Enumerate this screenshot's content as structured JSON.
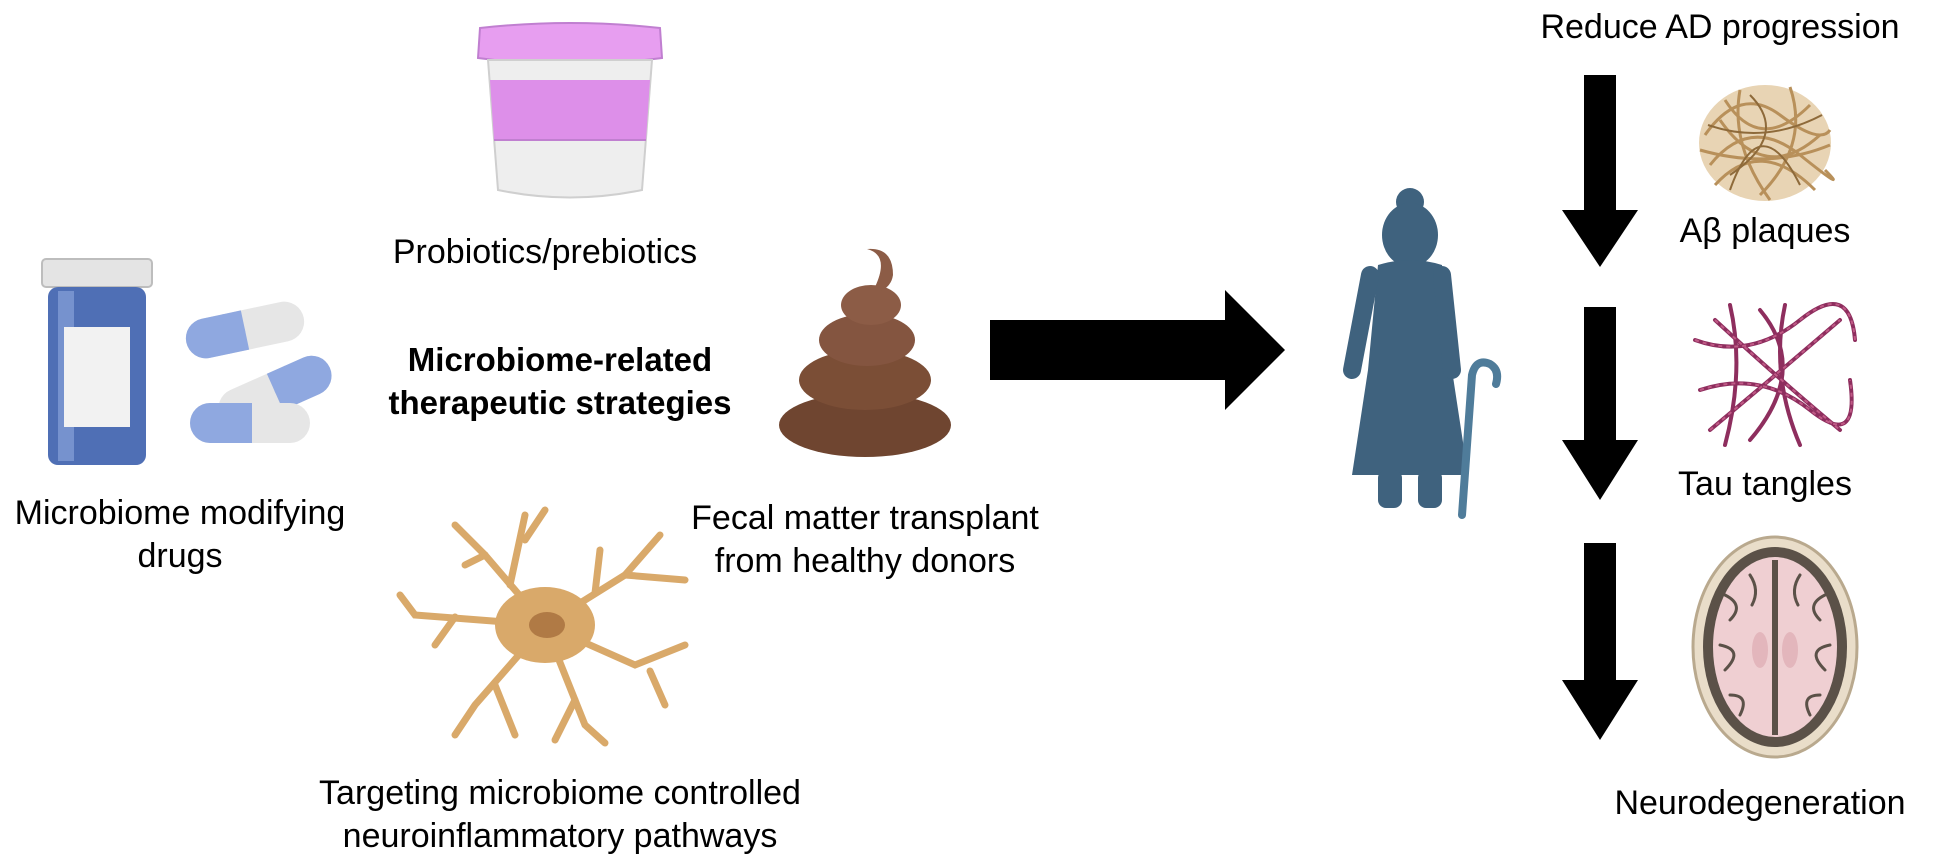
{
  "center": {
    "title_line1": "Microbiome-related",
    "title_line2": "therapeutic strategies"
  },
  "strategies": {
    "probiotics": "Probiotics/prebiotics",
    "drugs_line1": "Microbiome modifying",
    "drugs_line2": "drugs",
    "fmt_line1": "Fecal matter transplant",
    "fmt_line2": "from healthy donors",
    "neuro_line1": "Targeting microbiome controlled",
    "neuro_line2": "neuroinflammatory pathways"
  },
  "outcomes": {
    "title": "Reduce AD progression",
    "plaques": "Aβ plaques",
    "tau": "Tau tangles",
    "neuro": "Neurodegeneration"
  },
  "icons": {
    "yogurt": "yogurt-cup-icon",
    "pills": "pill-bottle-capsules-icon",
    "stool": "stool-icon",
    "microglia": "microglia-cell-icon",
    "patient": "elderly-person-with-cane-icon",
    "plaques": "amyloid-plaque-icon",
    "tau": "tau-tangle-icon",
    "brain": "atrophic-brain-icon",
    "arrow": "arrow-icon"
  },
  "colors": {
    "yogurt_pink": "#dd8fe9",
    "capsule_blue": "#8fa8e0",
    "stool_brown": "#6f4530",
    "microglia_tan": "#d9a96a",
    "person_blue": "#3f627e",
    "plaque_gold": "#b8905a",
    "tau_magenta": "#8e2e5e",
    "brain_pink": "#efcfd2"
  }
}
